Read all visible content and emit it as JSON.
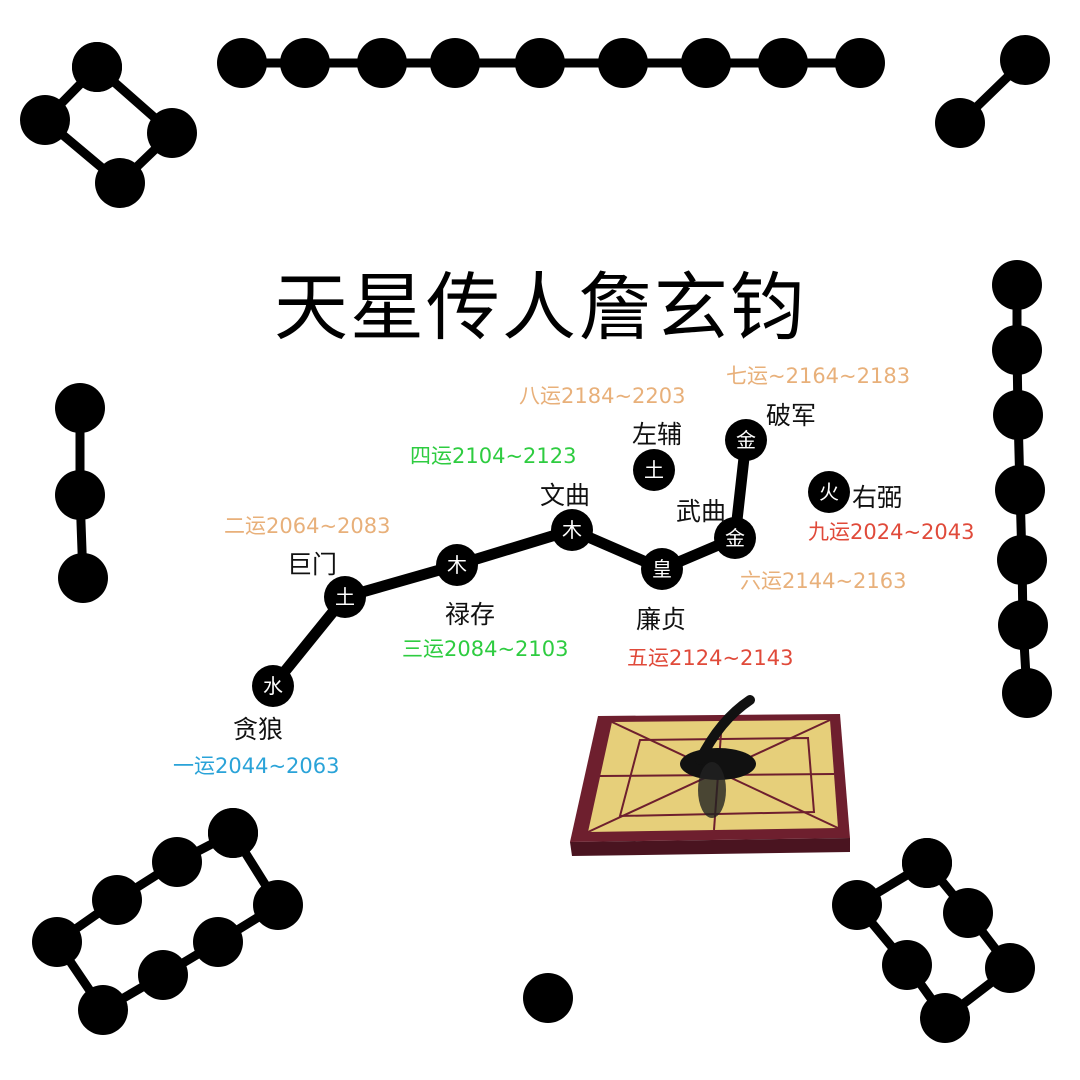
{
  "title": "天星传人詹玄钧",
  "colors": {
    "blue": "#2aa3d8",
    "orange": "#e8b07a",
    "green": "#2ecc40",
    "red": "#e04a3a",
    "line": "#000000"
  },
  "nodes": [
    {
      "glyph": "水",
      "star": "贪狼",
      "period": "一运2044~2063",
      "color": "blue"
    },
    {
      "glyph": "土",
      "star": "巨门",
      "period": "二运2064~2083",
      "color": "orange"
    },
    {
      "glyph": "木",
      "star": "禄存",
      "period": "三运2084~2103",
      "color": "green"
    },
    {
      "glyph": "木",
      "star": "文曲",
      "period": "四运2104~2123",
      "color": "green"
    },
    {
      "glyph": "皇",
      "star": "廉贞",
      "period": "五运2124~2143",
      "color": "red"
    },
    {
      "glyph": "金",
      "star": "武曲",
      "period": "六运2144~2163",
      "color": "orange"
    },
    {
      "glyph": "金",
      "star": "破军",
      "period": "七运~2164~2183",
      "color": "orange"
    },
    {
      "glyph": "土",
      "star": "左辅",
      "period": "八运2184~2203",
      "color": "orange"
    },
    {
      "glyph": "火",
      "star": "右弼",
      "period": "九运2024~2043",
      "color": "red"
    }
  ],
  "image": "luopan-compass-with-spoon"
}
